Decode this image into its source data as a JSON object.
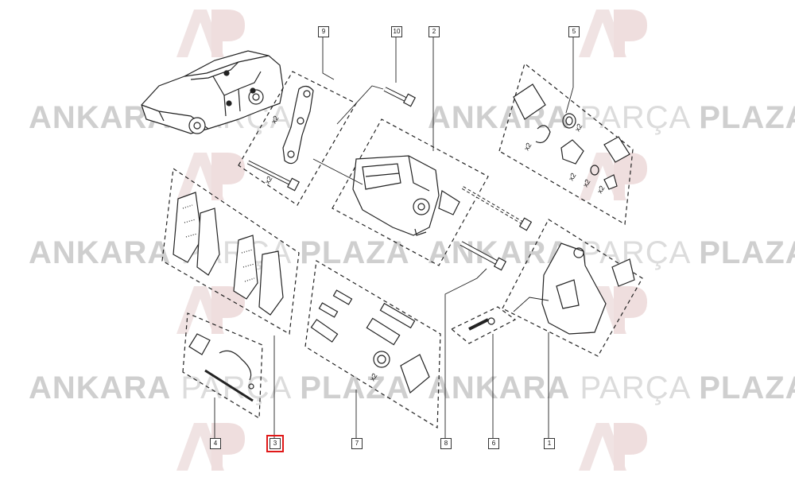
{
  "watermark": {
    "word1": "ANKARA",
    "word2": "PARÇA",
    "word3": "PLAZA",
    "logo": "AP"
  },
  "callouts": [
    {
      "id": "9",
      "label": "9"
    },
    {
      "id": "10",
      "label": "10"
    },
    {
      "id": "2",
      "label": "2"
    },
    {
      "id": "5",
      "label": "5"
    },
    {
      "id": "4",
      "label": "4"
    },
    {
      "id": "3",
      "label": "3",
      "highlighted": true
    },
    {
      "id": "7",
      "label": "7"
    },
    {
      "id": "8",
      "label": "8"
    },
    {
      "id": "6",
      "label": "6"
    },
    {
      "id": "1",
      "label": "1"
    }
  ],
  "quantity_labels": {
    "bracket_x2": "x2",
    "bolt_x2": "x2",
    "seal_x2": "x2",
    "ring_x2": "x2",
    "piston_x2": "x2",
    "nut_x2": "x2",
    "cap_x2": "x2",
    "guide_x2": "x2"
  },
  "colors": {
    "line": "#222222",
    "highlight": "#e01818",
    "watermark": "#d9d9d9"
  }
}
